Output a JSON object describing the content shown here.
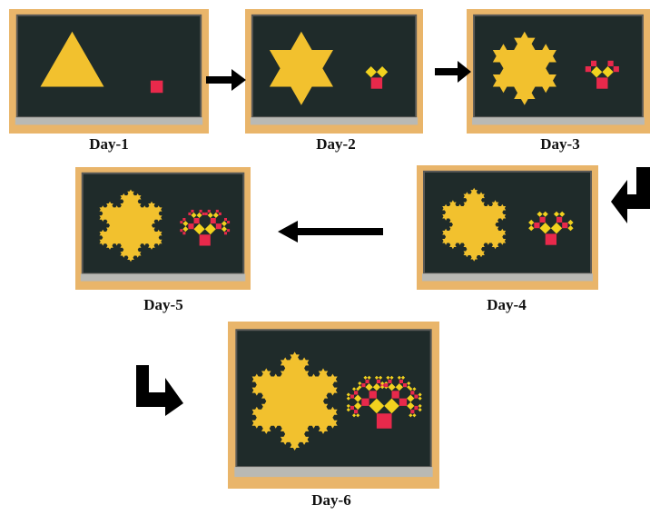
{
  "panels": [
    {
      "id": "day-1",
      "caption": "Day-1",
      "koch_level": 0,
      "tree_level": 0
    },
    {
      "id": "day-2",
      "caption": "Day-2",
      "koch_level": 1,
      "tree_level": 1
    },
    {
      "id": "day-3",
      "caption": "Day-3",
      "koch_level": 2,
      "tree_level": 2
    },
    {
      "id": "day-4",
      "caption": "Day-4",
      "koch_level": 3,
      "tree_level": 3
    },
    {
      "id": "day-5",
      "caption": "Day-5",
      "koch_level": 3,
      "tree_level": 4
    },
    {
      "id": "day-6",
      "caption": "Day-6",
      "koch_level": 3,
      "tree_level": 5
    }
  ],
  "colors": {
    "board": "#1f2b2a",
    "frame": "#b9b9b4",
    "wall": "#e9b56a",
    "snowflake": "#f2c12e",
    "tree_square": "#e8294b",
    "tree_diamond": "#f2d21e",
    "arrow": "#000000"
  },
  "arrows": [
    {
      "id": "arrow-1-2",
      "icon": "right-arrow-icon"
    },
    {
      "id": "arrow-2-3",
      "icon": "right-arrow-icon"
    },
    {
      "id": "arrow-3-4",
      "icon": "bent-arrow-icon"
    },
    {
      "id": "arrow-4-5",
      "icon": "left-arrow-icon"
    },
    {
      "id": "arrow-5-6",
      "icon": "bent-arrow-icon"
    }
  ]
}
